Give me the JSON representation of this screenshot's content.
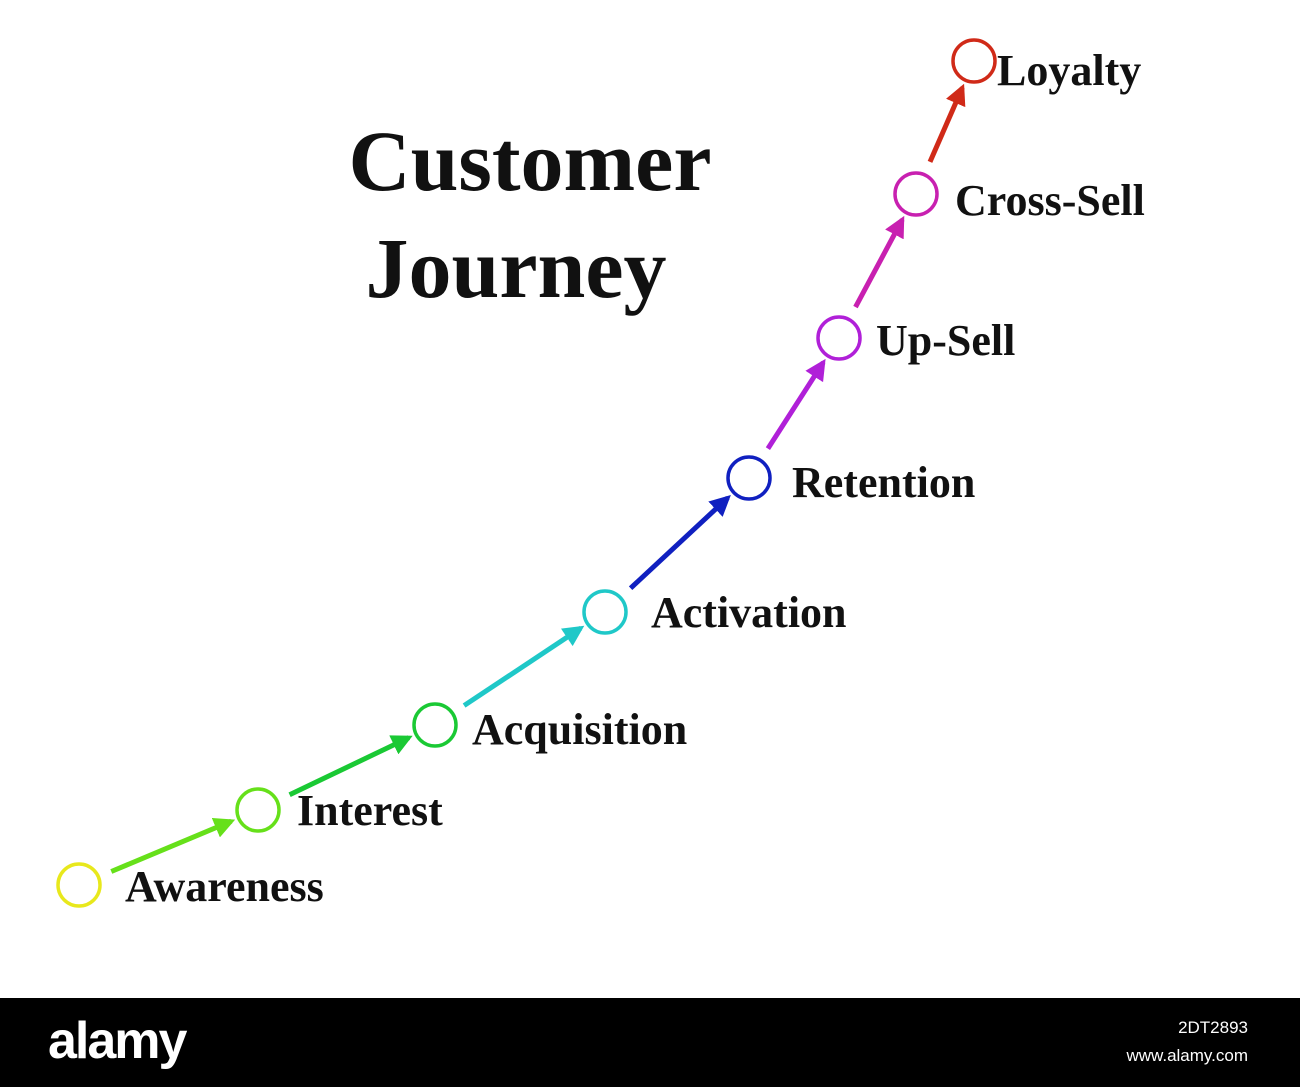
{
  "title": {
    "line1": "Customer",
    "line2": "Journey"
  },
  "steps": [
    {
      "label": "Awareness",
      "color": "#e8e81c"
    },
    {
      "label": "Interest",
      "color": "#66e01a"
    },
    {
      "label": "Acquisition",
      "color": "#1ac934"
    },
    {
      "label": "Activation",
      "color": "#1fc8c8"
    },
    {
      "label": "Retention",
      "color": "#1020c0"
    },
    {
      "label": "Up-Sell",
      "color": "#b020d8"
    },
    {
      "label": "Cross-Sell",
      "color": "#c820b0"
    },
    {
      "label": "Loyalty",
      "color": "#d02a18"
    }
  ],
  "arrows": [
    {
      "from": "Awareness",
      "to": "Interest",
      "color": "#66e01a"
    },
    {
      "from": "Interest",
      "to": "Acquisition",
      "color": "#1ac934"
    },
    {
      "from": "Acquisition",
      "to": "Activation",
      "color": "#1fc8c8"
    },
    {
      "from": "Activation",
      "to": "Retention",
      "color": "#1020c0"
    },
    {
      "from": "Retention",
      "to": "Up-Sell",
      "color": "#b020d8"
    },
    {
      "from": "Up-Sell",
      "to": "Cross-Sell",
      "color": "#c820b0"
    },
    {
      "from": "Cross-Sell",
      "to": "Loyalty",
      "color": "#d02a18"
    }
  ],
  "watermark": {
    "logo": "alamy",
    "image_id": "2DT2893",
    "url": "www.alamy.com"
  }
}
